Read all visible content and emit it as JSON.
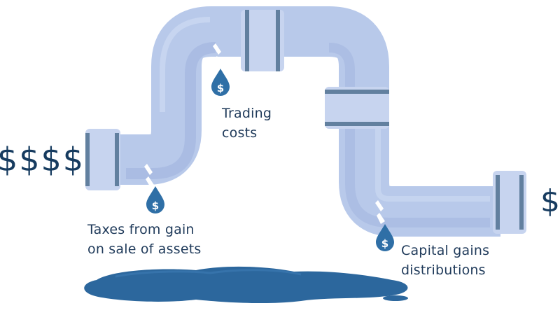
{
  "money_in": "$$$$",
  "money_out": "$",
  "leaks": {
    "trading": "Trading\ncosts",
    "taxes": "Taxes from gain\non sale of assets",
    "capital": "Capital gains\ndistributions"
  },
  "drop_symbol": "$",
  "colors": {
    "pipe_light": "#b8c9ea",
    "pipe_shade": "#a4b7e0",
    "coupling": "#c7d4ef",
    "coupling_band": "#62809f",
    "drop": "#2f6fa6",
    "puddle": "#2c679d",
    "text": "#1f3a5a"
  }
}
